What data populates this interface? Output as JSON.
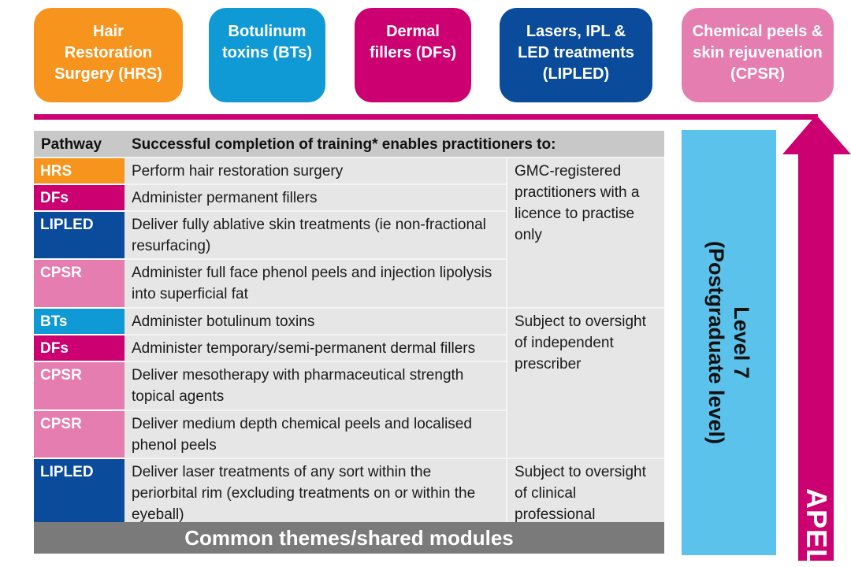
{
  "pathways": [
    {
      "id": "hrs",
      "label": "Hair\nRestoration\nSurgery (HRS)",
      "abbr": "HRS",
      "color": "#f7941d"
    },
    {
      "id": "bts",
      "label": "Botulinum\ntoxins (BTs)",
      "abbr": "BTs",
      "color": "#0f9ad6"
    },
    {
      "id": "dfs",
      "label": "Dermal\nfillers (DFs)",
      "abbr": "DFs",
      "color": "#cc0070"
    },
    {
      "id": "lipled",
      "label": "Lasers, IPL &\nLED treatments\n(LIPLED)",
      "abbr": "LIPLED",
      "color": "#0a4b9b"
    },
    {
      "id": "cpsr",
      "label": "Chemical peels &\nskin rejuvenation\n(CPSR)",
      "abbr": "CPSR",
      "color": "#e57db0"
    }
  ],
  "table": {
    "header": {
      "pathway": "Pathway",
      "description": "Successful completion of training* enables practitioners to:"
    },
    "groups": [
      {
        "note": "GMC-registered practitioners with a licence to practise only",
        "rows": [
          {
            "pathway": "HRS",
            "color": "#f7941d",
            "text": "Perform hair restoration surgery"
          },
          {
            "pathway": "DFs",
            "color": "#cc0070",
            "text": "Administer permanent fillers"
          },
          {
            "pathway": "LIPLED",
            "color": "#0a4b9b",
            "text": "Deliver fully ablative skin treatments (ie non-fractional resurfacing)"
          },
          {
            "pathway": "CPSR",
            "color": "#e57db0",
            "text": "Administer full face phenol peels and injection lipolysis into superficial fat"
          }
        ]
      },
      {
        "note": "Subject to oversight of independent prescriber",
        "rows": [
          {
            "pathway": "BTs",
            "color": "#0f9ad6",
            "text": "Administer botulinum toxins"
          },
          {
            "pathway": "DFs",
            "color": "#cc0070",
            "text": "Administer temporary/semi-permanent dermal fillers"
          },
          {
            "pathway": "CPSR",
            "color": "#e57db0",
            "text": "Deliver mesotherapy with pharmaceutical strength topical agents"
          },
          {
            "pathway": "CPSR",
            "color": "#e57db0",
            "text": "Deliver medium depth chemical peels and localised phenol peels"
          }
        ]
      },
      {
        "note": "Subject to oversight of clinical professional",
        "rows": [
          {
            "pathway": "LIPLED",
            "color": "#0a4b9b",
            "text": "Deliver laser treatments of any sort within the periorbital rim (excluding treatments on or within the eyeball)"
          }
        ]
      }
    ],
    "footer": "Common themes/shared modules"
  },
  "level": {
    "line1": "Level 7",
    "line2": "(Postgraduate level)",
    "color": "#5bc2ec"
  },
  "arrow": {
    "label": "APEL",
    "color": "#cc0070"
  }
}
